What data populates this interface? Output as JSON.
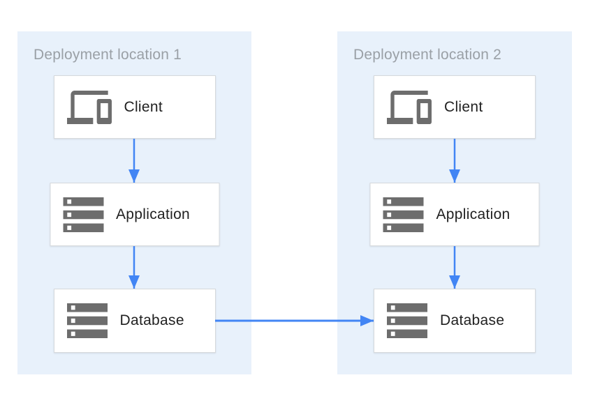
{
  "diagram": {
    "panels": [
      {
        "title": "Deployment location 1",
        "nodes": [
          {
            "label": "Client",
            "icon": "devices-icon"
          },
          {
            "label": "Application",
            "icon": "server-stack-icon"
          },
          {
            "label": "Database",
            "icon": "server-stack-icon"
          }
        ]
      },
      {
        "title": "Deployment location 2",
        "nodes": [
          {
            "label": "Client",
            "icon": "devices-icon"
          },
          {
            "label": "Application",
            "icon": "server-stack-icon"
          },
          {
            "label": "Database",
            "icon": "server-stack-icon"
          }
        ]
      }
    ],
    "connections": [
      {
        "panel": "Deployment location 1",
        "from": "Client",
        "to": "Application",
        "direction": "down"
      },
      {
        "panel": "Deployment location 1",
        "from": "Application",
        "to": "Database",
        "direction": "down"
      },
      {
        "panel": "Deployment location 2",
        "from": "Client",
        "to": "Application",
        "direction": "down"
      },
      {
        "panel": "Deployment location 2",
        "from": "Application",
        "to": "Database",
        "direction": "down"
      },
      {
        "from": "Database (Deployment location 1)",
        "to": "Database (Deployment location 2)",
        "direction": "right"
      }
    ],
    "colors": {
      "canvas_background": "#ffffff",
      "panel_background": "#e8f1fb",
      "node_background": "#ffffff",
      "node_border": "#d6d9dc",
      "arrow": "#4285f4",
      "icon": "#6d6d6d",
      "panel_title_text": "#9aa0a6",
      "node_label_text": "#212121"
    }
  }
}
